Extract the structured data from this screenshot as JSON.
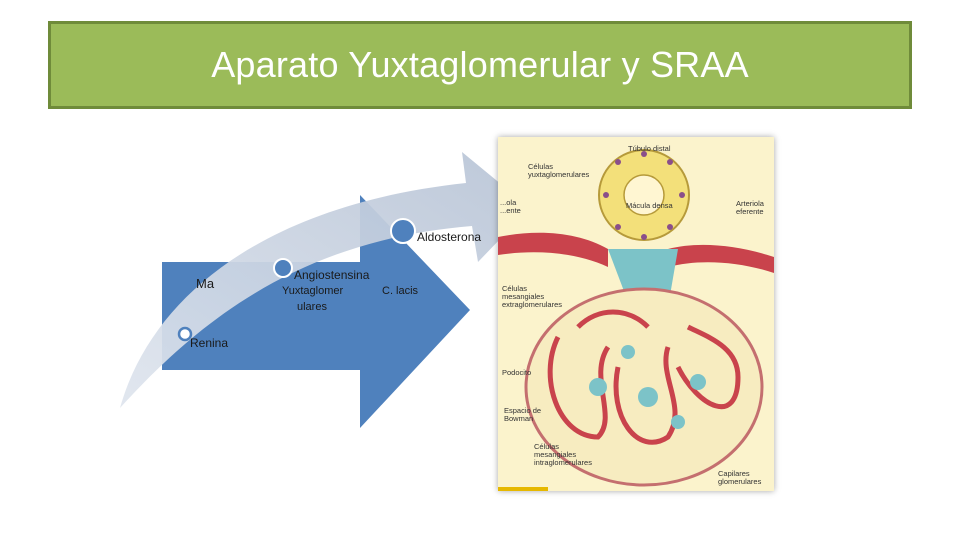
{
  "title": "Aparato Yuxtaglomerular y SRAA",
  "flow": {
    "steps": [
      "Renina",
      "Angiostensina",
      "Aldosterona"
    ],
    "labels": {
      "macula": "Ma",
      "yuxta_line1": "Yuxtaglomer",
      "yuxta_line2": "ulares",
      "lacis": "C. lacis"
    }
  },
  "figure": {
    "labels": {
      "tubulo": "Túbulo distal",
      "yuxta_l1": "Células",
      "yuxta_l2": "yuxtaglomerulares",
      "aferente_l1": "...ola",
      "aferente_l2": "...ente",
      "macula_densa": "Mácula densa",
      "eferente_l1": "Arteriola",
      "eferente_l2": "eferente",
      "mesangial_ext_l1": "Células",
      "mesangial_ext_l2": "mesangiales",
      "mesangial_ext_l3": "extraglomerulares",
      "podocito": "Podocito",
      "espacio_l1": "Espacio de",
      "espacio_l2": "Bowman",
      "mesangial_int_l1": "Células",
      "mesangial_int_l2": "mesangiales",
      "mesangial_int_l3": "intraglomerulares",
      "capilares_l1": "Capilares",
      "capilares_l2": "glomerulares"
    }
  }
}
